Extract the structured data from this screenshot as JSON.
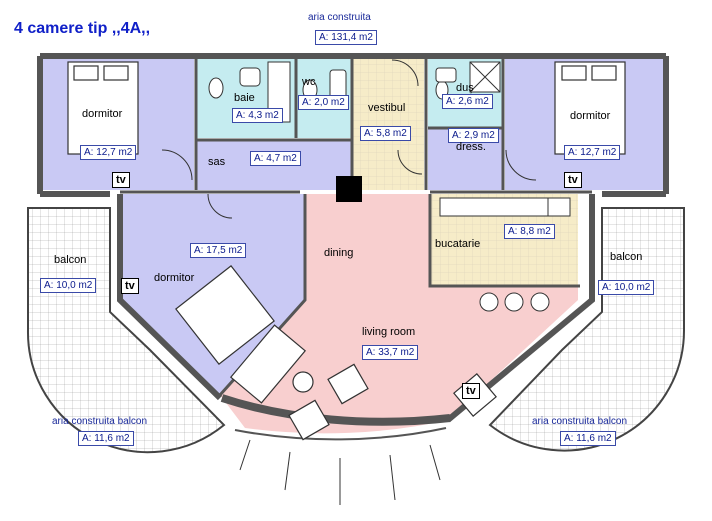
{
  "title": "4 camere tip ,,4A,,",
  "total": {
    "caption": "aria construita",
    "area": "A: 131,4 m2"
  },
  "balcony_captions": [
    {
      "caption": "aria construita balcon",
      "area": "A: 11,6 m2"
    },
    {
      "caption": "aria construita balcon",
      "area": "A: 11,6 m2"
    }
  ],
  "rooms": {
    "dormitor_left": {
      "label": "dormitor",
      "area": "A: 12,7 m2"
    },
    "baie": {
      "label": "baie",
      "area": "A: 4,3 m2"
    },
    "wc": {
      "label": "wc",
      "area": "A: 2,0 m2"
    },
    "vestibul": {
      "label": "vestibul",
      "area": "A: 5,8 m2"
    },
    "dus": {
      "label": "duș",
      "area": "A: 2,6 m2"
    },
    "dress": {
      "label": "dress.",
      "area": "A: 2,9 m2"
    },
    "dormitor_right": {
      "label": "dormitor",
      "area": "A: 12,7 m2"
    },
    "sas": {
      "label": "sas",
      "area": "A: 4,7 m2"
    },
    "dormitor_mid": {
      "label": "dormitor",
      "area": "A: 17,5 m2"
    },
    "dining": {
      "label": "dining"
    },
    "bucatarie": {
      "label": "bucatarie",
      "area": "A: 8,8 m2"
    },
    "living": {
      "label": "living room",
      "area": "A: 33,7 m2"
    },
    "balcon_left": {
      "label": "balcon",
      "area": "A: 10,0 m2"
    },
    "balcon_right": {
      "label": "balcon",
      "area": "A: 10,0 m2"
    }
  },
  "tv_label": "tv",
  "colors": {
    "bedroom": "#c9c9f4",
    "bath": "#c5ecf0",
    "vestibul": "#f6ecc8",
    "living": "#f8cfcf",
    "kitchen": "#f6ecc8",
    "balcony": "#ffffff",
    "wall": "#555555",
    "text_blue": "#1020c8"
  }
}
